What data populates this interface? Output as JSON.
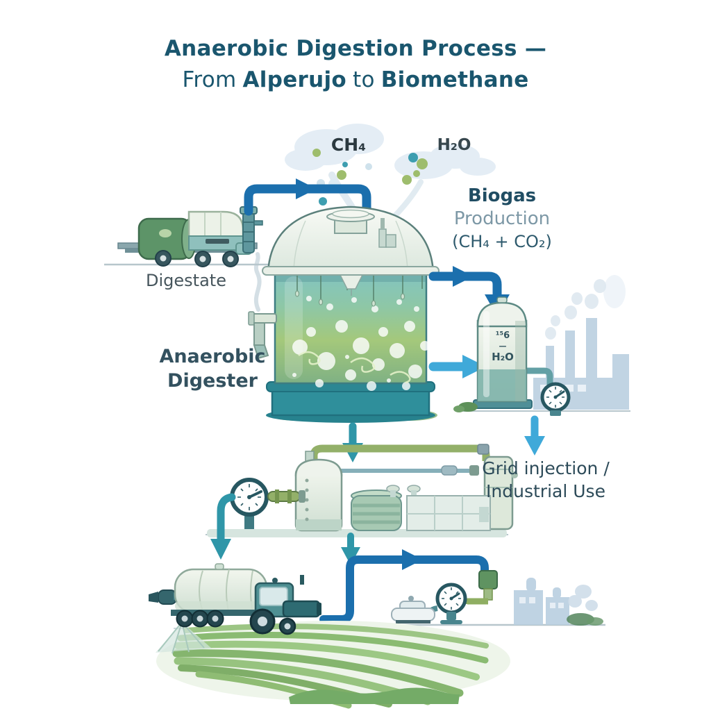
{
  "title": {
    "line1": "Anaerobic Digestion Process —",
    "line2": {
      "pre": "From",
      "bold1": "Alperujo",
      "mid": "to",
      "bold2": "Biomethane"
    }
  },
  "labels": {
    "ch4": "CH₄",
    "h2o": "H₂O",
    "biogas": {
      "line1": "Biogas",
      "line2": "Production",
      "line3": "(CH₄ + CO₂)"
    },
    "digestate": "Digestate",
    "digester": {
      "line1": "Anaerobic",
      "line2": "Digester"
    },
    "grid": {
      "line1": "Grid injection /",
      "line2": "Industrial Use"
    }
  },
  "scrubber_markings": {
    "line1": "¹⁵6",
    "line2": "—",
    "line3": "H₂O"
  },
  "colors": {
    "title_text": "#1a566e",
    "label_dark": "#33515f",
    "label_muted": "#7d98a6",
    "label_mid": "#2d4b59",
    "arrow_dark_blue": "#1b6fad",
    "arrow_light_blue": "#3fa9d9",
    "arrow_teal": "#2f96a8",
    "factory_blue": "#b9cfe0",
    "ground_line": "#a9bec6"
  }
}
